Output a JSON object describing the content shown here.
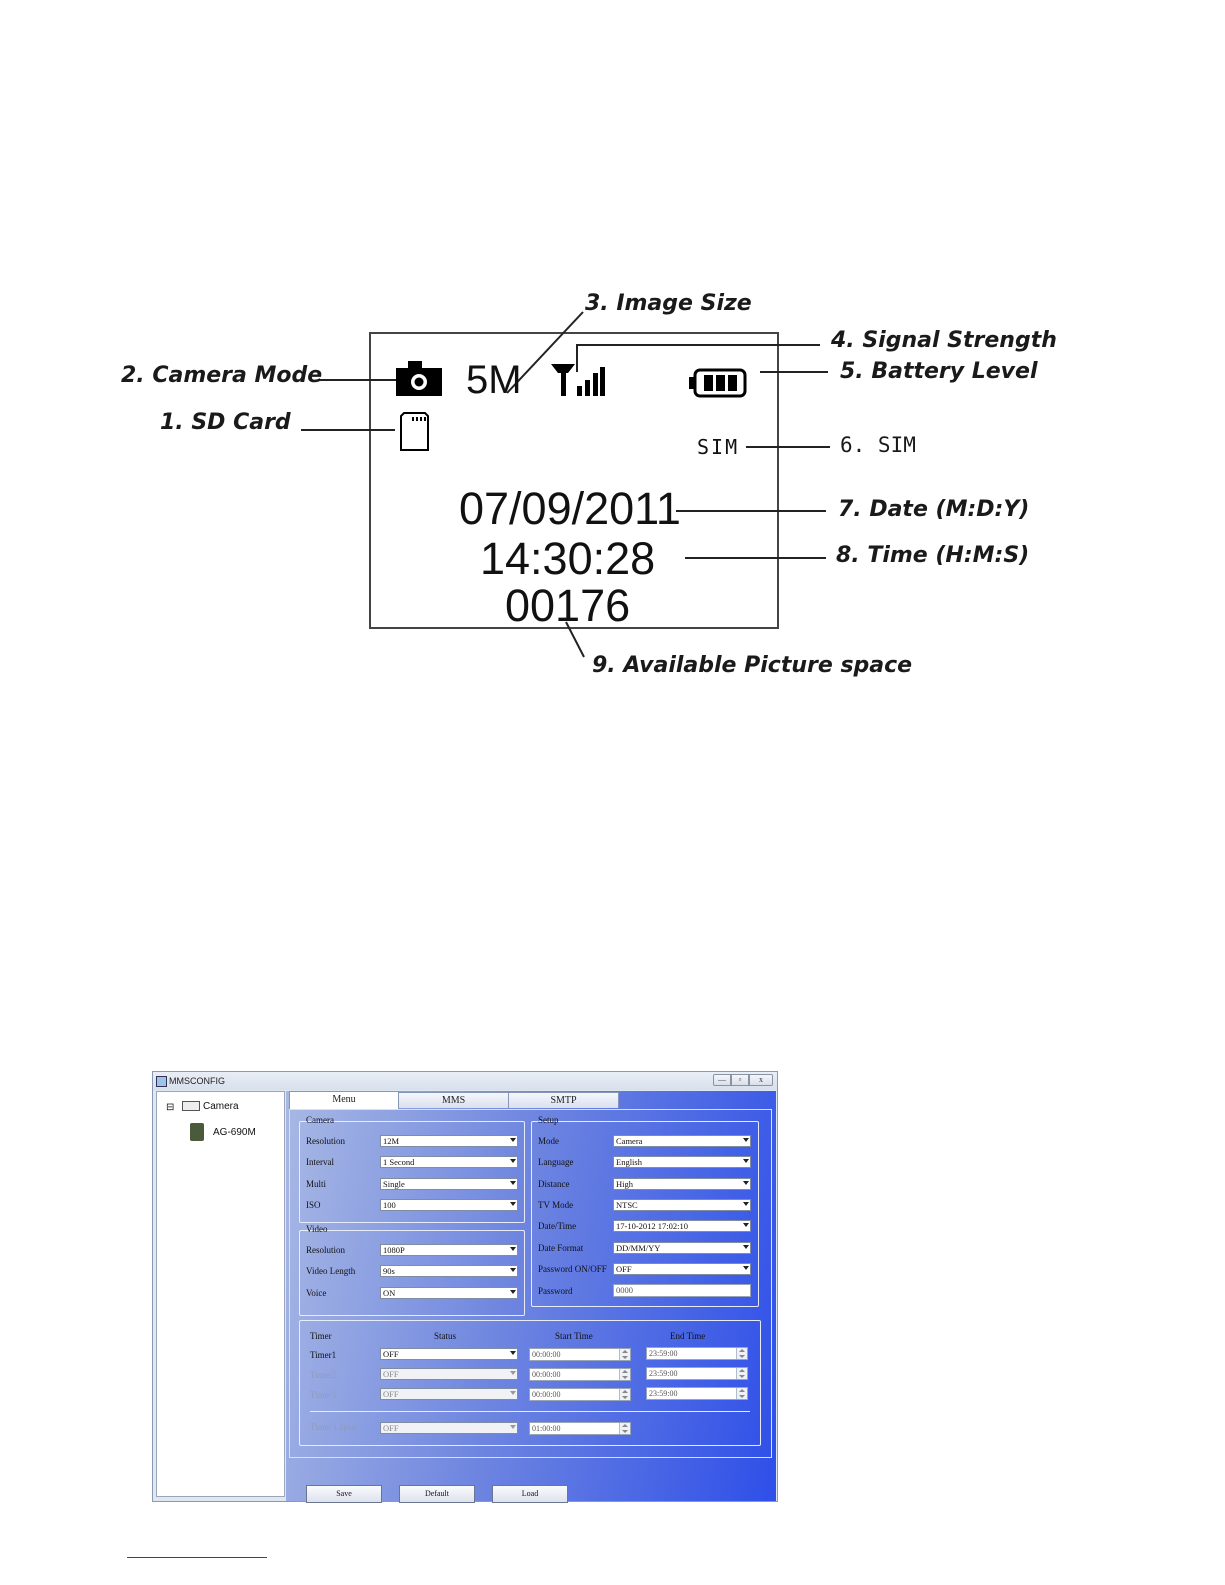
{
  "lcd_diagram": {
    "callouts": {
      "image_size": "3. Image Size",
      "signal_strength": "4. Signal Strength",
      "camera_mode": "2. Camera Mode",
      "battery_level": "5. Battery Level",
      "sd_card": "1. SD Card",
      "sim": "6. SIM",
      "date": "7. Date (M:D:Y)",
      "time": "8. Time (H:M:S)",
      "picture_space": "9. Available Picture space"
    },
    "screen": {
      "image_size": "5M",
      "sim": "SIM",
      "date": "07/09/2011",
      "time": "14:30:28",
      "counter": "00176"
    }
  },
  "window": {
    "title": "MMSCONFIG",
    "controls": {
      "minimize": "—",
      "maximize": "▫",
      "close": "x"
    },
    "tree": {
      "root": "Camera",
      "device": "AG-690M"
    },
    "tabs": [
      "Menu",
      "MMS",
      "SMTP"
    ],
    "camera_group": {
      "title": "Camera",
      "fields": [
        {
          "label": "Resolution",
          "value": "12M"
        },
        {
          "label": "Interval",
          "value": "1 Second"
        },
        {
          "label": "Multi",
          "value": "Single"
        },
        {
          "label": "ISO",
          "value": "100"
        }
      ]
    },
    "video_group": {
      "title": "Video",
      "fields": [
        {
          "label": "Resolution",
          "value": "1080P"
        },
        {
          "label": "Video Length",
          "value": "90s"
        },
        {
          "label": "Voice",
          "value": "ON"
        }
      ]
    },
    "setup_group": {
      "title": "Setup",
      "fields": [
        {
          "label": "Mode",
          "value": "Camera"
        },
        {
          "label": "Language",
          "value": "English"
        },
        {
          "label": "Distance",
          "value": "High"
        },
        {
          "label": "TV Mode",
          "value": "NTSC"
        },
        {
          "label": "Date/Time",
          "value": "17-10-2012 17:02:10"
        },
        {
          "label": "Date Format",
          "value": "DD/MM/YY"
        },
        {
          "label": "Password ON/OFF",
          "value": "OFF"
        }
      ],
      "password": {
        "label": "Password",
        "value": "0000"
      }
    },
    "timer_group": {
      "headers": {
        "timer": "Timer",
        "status": "Status",
        "start": "Start Time",
        "end": "End Time"
      },
      "rows": [
        {
          "label": "Timer1",
          "status": "OFF",
          "start": "00:00:00",
          "end": "23:59:00",
          "enabled": true
        },
        {
          "label": "Timer2",
          "status": "OFF",
          "start": "00:00:00",
          "end": "23:59:00",
          "enabled": false
        },
        {
          "label": "Timer3",
          "status": "OFF",
          "start": "00:00:00",
          "end": "23:59:00",
          "enabled": false
        }
      ],
      "lapse": {
        "label": "Timer Lapse",
        "status": "OFF",
        "value": "01:00:00"
      }
    },
    "buttons": {
      "save": "Save",
      "default": "Default",
      "load": "Load"
    }
  }
}
